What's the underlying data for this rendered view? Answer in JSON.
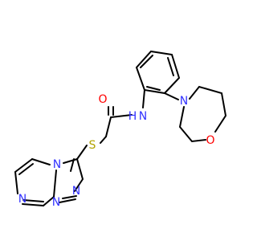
{
  "molecule": {
    "colors": {
      "bond": "#000000",
      "N": "#3333ff",
      "O": "#ff0000",
      "S": "#b2a200",
      "background": "#ffffff"
    },
    "atom_labels": {
      "o_carbonyl": "O",
      "n_amide": "N",
      "h_amide": "H",
      "n_morph": "N",
      "o_morph": "O",
      "s_thio": "S",
      "n_ring1": "N",
      "n_ring2": "N",
      "n_ring3": "N",
      "n_ring4": "N"
    }
  }
}
